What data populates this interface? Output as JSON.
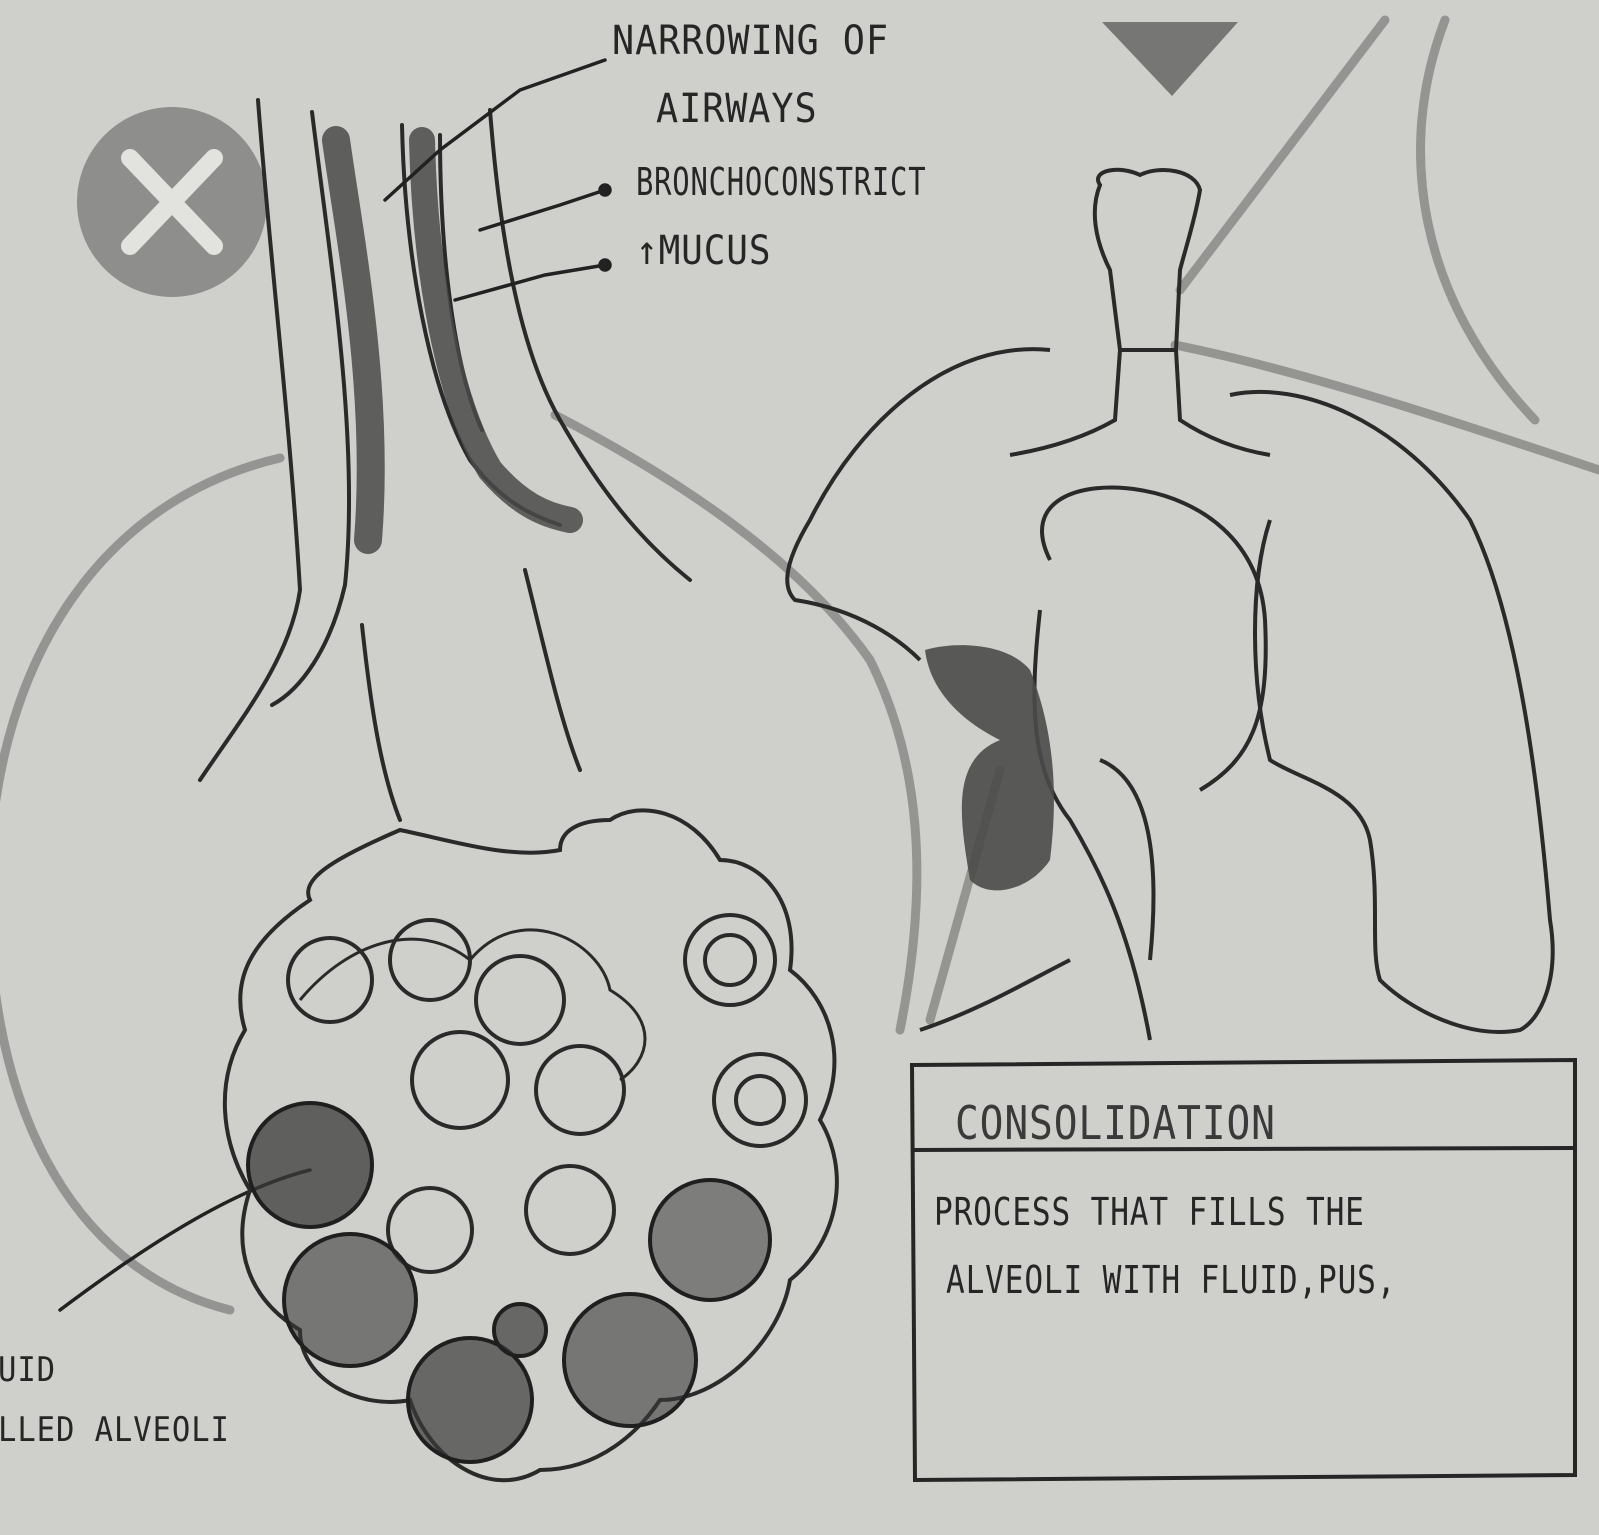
{
  "labels": {
    "narrowing_line1": "NARROWING OF",
    "narrowing_line2": "AIRWAYS",
    "bronchoconstrict": "BRONCHOCONSTRICT",
    "mucus": "↑MUCUS",
    "fluid_line1": "UID",
    "fluid_line2": "LLED ALVEOLI"
  },
  "consolidation_box": {
    "title": "CONSOLIDATION",
    "line1": "PROCESS THAT FILLS THE",
    "line2": "ALVEOLI WITH FLUID,PUS,"
  },
  "icons": {
    "circle_x": "close-circle-icon",
    "triangle": "triangle-down-icon"
  },
  "colors": {
    "paper": "#cfcfcb",
    "ink": "#262626",
    "gray_marker": "#7d7d7b"
  }
}
